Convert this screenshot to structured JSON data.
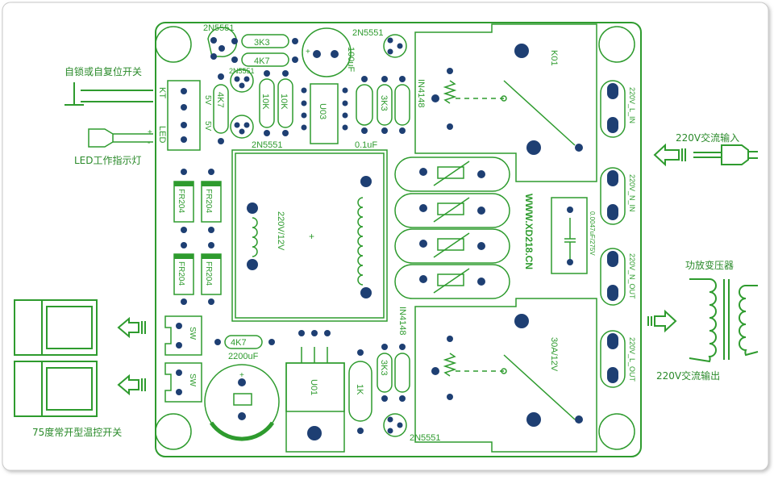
{
  "board": {
    "website": "WWW.XD218.CN",
    "outline_color": "#2e9b2e",
    "pad_color": "#1e3f73"
  },
  "external_labels": {
    "switch": "自锁或自复位开关",
    "led": "LED工作指示灯",
    "ac_in": "220V交流输入",
    "transformer": "功放变压器",
    "ac_out": "220V交流输出",
    "thermostat": "75度常开型温控开关"
  },
  "components": {
    "q_top_left": "2N5551",
    "q_mid_left": "2N5551",
    "q_lower_left": "2N5551",
    "q_top_right": "2N5551",
    "q_bottom_right": "2N5551",
    "r_3k3_top": "3K3",
    "r_4k7_top": "4K7",
    "r_4k7_vert": "4K7",
    "r_10k_a": "10K",
    "r_10k_b": "10K",
    "r_3k3_mid": "3K3",
    "r_3k3_low": "3K3",
    "r_4k7_bottom": "4K7",
    "r_1k": "1K",
    "d_in4148_top": "IN4148",
    "d_in4148_bottom": "IN4148",
    "cap_100uf": "100uF",
    "cap_01uf": "0.1uF",
    "cap_2200uf": "2200uF",
    "cap_x": "0.0047uF/275V",
    "plus_sign": "+",
    "ic_u03": "U03",
    "reg_u01": "U01",
    "relay_top": "K01",
    "relay_bottom": "30A/12V",
    "transformer": "220V/12V",
    "fr_1": "FR204",
    "fr_2": "FR204",
    "fr_3": "FR204",
    "fr_4": "FR204",
    "conn_kt": "KT",
    "conn_led": "LED",
    "v5_a": "5V",
    "v5_b": "5V",
    "led_plus": "+",
    "led_minus": "-",
    "sw_1": "SW",
    "sw_2": "SW",
    "t_l_in": "220V_L_IN",
    "t_n_in": "220V_N_IN",
    "t_n_out": "220V_N_OUT",
    "t_l_out": "220V_L_OUT"
  }
}
